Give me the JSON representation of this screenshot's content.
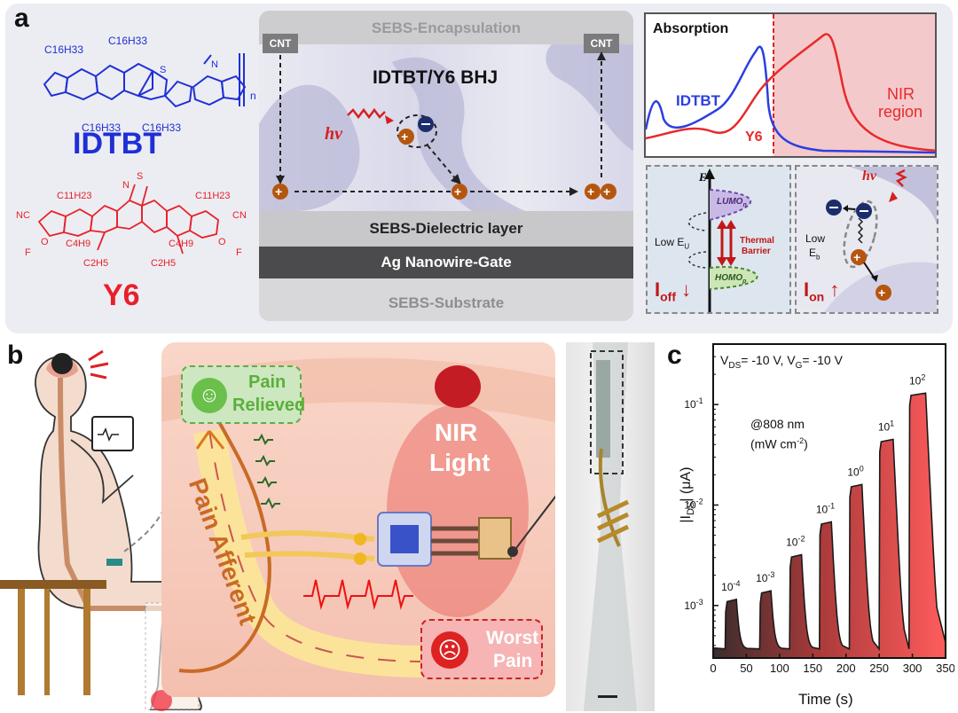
{
  "panel_labels": {
    "a": "a",
    "b": "b",
    "c": "c"
  },
  "panel_a": {
    "idtbt": {
      "name": "IDTBT",
      "color": "#1f2fd6",
      "subs": {
        "tl": "C16H33",
        "tr": "C16H33",
        "bl": "C16H33",
        "br": "C16H33"
      },
      "repeat": "n"
    },
    "y6": {
      "name": "Y6",
      "color": "#e8202a",
      "subs": {
        "c11_left": "C11H23",
        "c11_right": "C11H23",
        "c4_left": "C4H9",
        "c4_right": "C4H9",
        "c2_left": "C2H5",
        "c2_right": "C2H5"
      },
      "atoms": {
        "nc": "NC",
        "cn": "CN",
        "f": "F",
        "o": "O",
        "s": "S",
        "n": "N"
      }
    },
    "device": {
      "encapsulation": "SEBS-Encapsulation",
      "cnt_left": "CNT",
      "cnt_right": "CNT",
      "bhj": "IDTBT/Y6 BHJ",
      "hv": "hv",
      "dielectric": "SEBS-Dielectric layer",
      "gate": "Ag Nanowire-Gate",
      "substrate": "SEBS-Substrate"
    },
    "absorption": {
      "title": "Absorption",
      "idtbt_label": "IDTBT",
      "y6_label": "Y6",
      "nir_line1": "NIR",
      "nir_line2": "region",
      "idtbt_color": "#2b3fe0",
      "y6_color": "#e82a2a"
    },
    "energy": {
      "e_axis": "E",
      "lumo": "LUMO",
      "lumo_sub": "n",
      "homo": "HOMO",
      "homo_sub": "p",
      "low_eu": "Low E",
      "low_eu_sub": "U",
      "thermal1": "Thermal",
      "thermal2": "Barrier",
      "ioff": "I",
      "ioff_sub": "off",
      "arrow_down": "↓",
      "hv": "hv",
      "low1": "Low",
      "low_eb": "E",
      "low_eb_sub": "b",
      "ion": "I",
      "ion_sub": "on",
      "arrow_up": "↑"
    }
  },
  "panel_b": {
    "pain_relieved_1": "Pain",
    "pain_relieved_2": "Relieved",
    "worst_pain_1": "Worst",
    "worst_pain_2": "Pain",
    "nir_1": "NIR",
    "nir_2": "Light",
    "pain_afferent": "Pain Afferent"
  },
  "panel_c": {
    "cond_vds": "V",
    "cond_vds_sub": "DS",
    "cond_mid": "= -10 V, V",
    "cond_vg_sub": "G",
    "cond_end": "= -10 V",
    "wavelength": "@808 nm",
    "unit_pre": "(mW cm",
    "unit_sup": "-2",
    "unit_post": ")",
    "xlabel": "Time (s)",
    "ylabel_main": "|I",
    "ylabel_sub": "DS",
    "ylabel_post": "| (μA)"
  },
  "chart_data": {
    "type": "line",
    "title": "",
    "xlabel": "Time (s)",
    "ylabel": "|IDS| (μA)",
    "xlim": [
      0,
      350
    ],
    "ylim": [
      0.0003,
      0.4
    ],
    "y_scale": "log",
    "x_ticks": [
      "0",
      "50",
      "100",
      "150",
      "200",
      "250",
      "300",
      "350"
    ],
    "y_ticks": [
      "10-3",
      "10-2",
      "10-1"
    ],
    "pulse_labels": [
      {
        "base": "10",
        "exp": "-4"
      },
      {
        "base": "10",
        "exp": "-3"
      },
      {
        "base": "10",
        "exp": "-2"
      },
      {
        "base": "10",
        "exp": "-1"
      },
      {
        "base": "10",
        "exp": "0"
      },
      {
        "base": "10",
        "exp": "1"
      },
      {
        "base": "10",
        "exp": "2"
      }
    ],
    "series": [
      {
        "name": "",
        "dark_current": 0.00037,
        "pulses": [
          {
            "on": 18,
            "off": 35,
            "peak": 0.00115
          },
          {
            "on": 70,
            "off": 87,
            "peak": 0.0014
          },
          {
            "on": 115,
            "off": 133,
            "peak": 0.0032
          },
          {
            "on": 160,
            "off": 178,
            "peak": 0.0068
          },
          {
            "on": 205,
            "off": 224,
            "peak": 0.016
          },
          {
            "on": 250,
            "off": 271,
            "peak": 0.045
          },
          {
            "on": 295,
            "off": 320,
            "peak": 0.13
          }
        ]
      }
    ],
    "grid": false
  }
}
